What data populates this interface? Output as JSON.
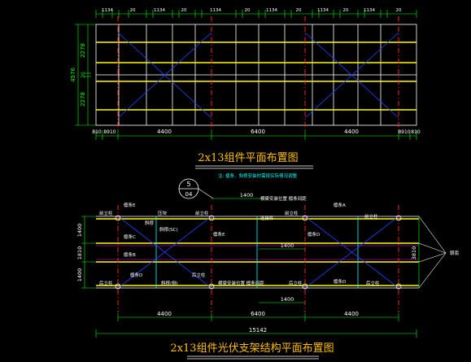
{
  "top_plan": {
    "title": "2x13组件平面布置图",
    "col_dim": "1134",
    "gap_dim": "20",
    "overall_height_dim": "4576",
    "row_height_dims": [
      "2278",
      "20",
      "2278"
    ],
    "bottom_dims": [
      "810",
      "8910",
      "4400",
      "6400",
      "4400",
      "8910",
      "810"
    ]
  },
  "bottom_plan": {
    "title": "2x13组件光伏支架结构平面布置图",
    "note": "注: 檩条、斜撑安装时需按实际情况调整",
    "section_marker": {
      "number": "5",
      "sheet": "04"
    },
    "callout_dims": [
      "1400",
      "1400",
      "1400"
    ],
    "left_dims": [
      "1400",
      "1810",
      "1400"
    ],
    "right_dim": "3810",
    "bottom_dims": [
      "4400",
      "6400",
      "4400"
    ],
    "total_dim": "15142",
    "labels": {
      "purlin_a": "檩条A",
      "purlin_b": "檩条B",
      "purlin_c": "檩条C",
      "purlin_d": "檩条D",
      "purlin_e": "檩条E",
      "front_column": "前立柱",
      "rear_column": "后立柱",
      "brace": "斜撑",
      "sc_brace": "斜撑(SC)",
      "pressing_block": "压块",
      "diagonal_side": "斜撑(侧)",
      "connector": "连接件",
      "beam_note": "横梁安装位置 檩条间距",
      "direction": "朝南"
    }
  },
  "colors": {
    "background": "#000000",
    "grid": "#ffffff",
    "purlin": "#ffff00",
    "axis": "#ff0000",
    "brace": "#0000ff",
    "dimension": "#00ff00",
    "cyan_text": "#00ffff",
    "title": "#ffc000",
    "magenta": "#ff00ff"
  }
}
